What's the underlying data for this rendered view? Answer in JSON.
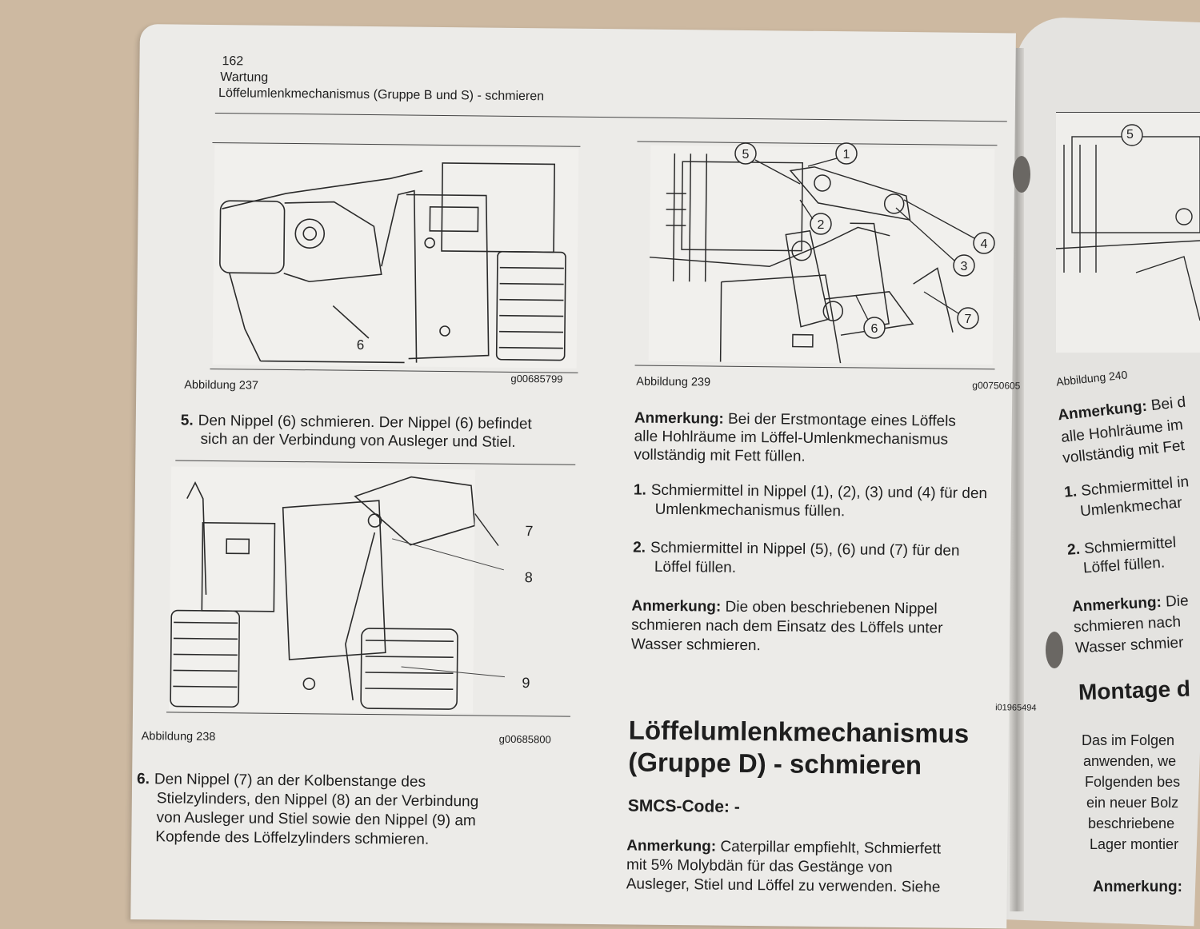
{
  "header": {
    "page_number": "162",
    "section": "Wartung",
    "title": "Löffelumlenkmechanismus (Gruppe B und S) - schmieren"
  },
  "left_column": {
    "fig237": {
      "caption": "Abbildung 237",
      "id": "g00685799",
      "callouts": [
        "6"
      ]
    },
    "step5": {
      "num": "5.",
      "text_line1": "Den Nippel (6) schmieren. Der Nippel (6) befindet",
      "text_line2": "sich an der Verbindung von Ausleger und Stiel."
    },
    "fig238": {
      "caption": "Abbildung 238",
      "id": "g00685800",
      "callouts": [
        "7",
        "8",
        "9"
      ]
    },
    "step6": {
      "num": "6.",
      "line1": "Den Nippel (7) an der Kolbenstange des",
      "line2": "Stielzylinders, den Nippel (8) an der Verbindung",
      "line3": "von Ausleger und Stiel sowie den Nippel (9) am",
      "line4": "Kopfende des Löffelzylinders schmieren."
    }
  },
  "right_column": {
    "fig239": {
      "caption": "Abbildung 239",
      "id": "g00750605",
      "callouts": [
        "1",
        "2",
        "3",
        "4",
        "5",
        "6",
        "7"
      ]
    },
    "note1": {
      "label": "Anmerkung:",
      "line1": "Bei der Erstmontage eines Löffels",
      "line2": "alle Hohlräume im Löffel-Umlenkmechanismus",
      "line3": "vollständig mit Fett füllen."
    },
    "step1": {
      "num": "1.",
      "line1": "Schmiermittel in Nippel (1), (2), (3) und (4) für den",
      "line2": "Umlenkmechanismus füllen."
    },
    "step2": {
      "num": "2.",
      "line1": "Schmiermittel in Nippel (5), (6) und (7) für den",
      "line2": "Löffel füllen."
    },
    "note2": {
      "label": "Anmerkung:",
      "line1": "Die oben beschriebenen Nippel",
      "line2": "schmieren nach dem Einsatz des Löffels unter",
      "line3": "Wasser schmieren."
    },
    "section_id": "i01965494",
    "section_title_line1": "Löffelumlenkmechanismus",
    "section_title_line2": "(Gruppe D) - schmieren",
    "smcs": "SMCS-Code: -",
    "note3": {
      "label": "Anmerkung:",
      "line1": "Caterpillar empfiehlt, Schmierfett",
      "line2": "mit 5% Molybdän für das Gestänge von",
      "line3": "Ausleger, Stiel und Löffel zu verwenden. Siehe"
    }
  },
  "next_page": {
    "fig_caption": "Abbildung 240",
    "callout": "5",
    "note_label": "Anmerkung:",
    "note_line1": "Bei d",
    "note_line2": "alle Hohlräume im",
    "note_line3": "vollständig mit Fet",
    "step1_num": "1.",
    "step1_line1": "Schmiermittel in",
    "step1_line2": "Umlenkmechar",
    "step2_num": "2.",
    "step2_line1": "Schmiermittel",
    "step2_line2": "Löffel füllen.",
    "note2_label": "Anmerkung:",
    "note2_line1": "Die",
    "note2_line2": "schmieren nach",
    "note2_line3": "Wasser schmier",
    "heading": "Montage d",
    "para_line1": "Das im Folgen",
    "para_line2": "anwenden, we",
    "para_line3": "Folgenden bes",
    "para_line4": "ein neuer Bolz",
    "para_line5": "beschriebene",
    "para_line6": "Lager montier",
    "note3_label": "Anmerkung:"
  },
  "colors": {
    "background": "#cdb9a1",
    "paper": "#ecebe8",
    "ink": "#1e1e1e"
  }
}
